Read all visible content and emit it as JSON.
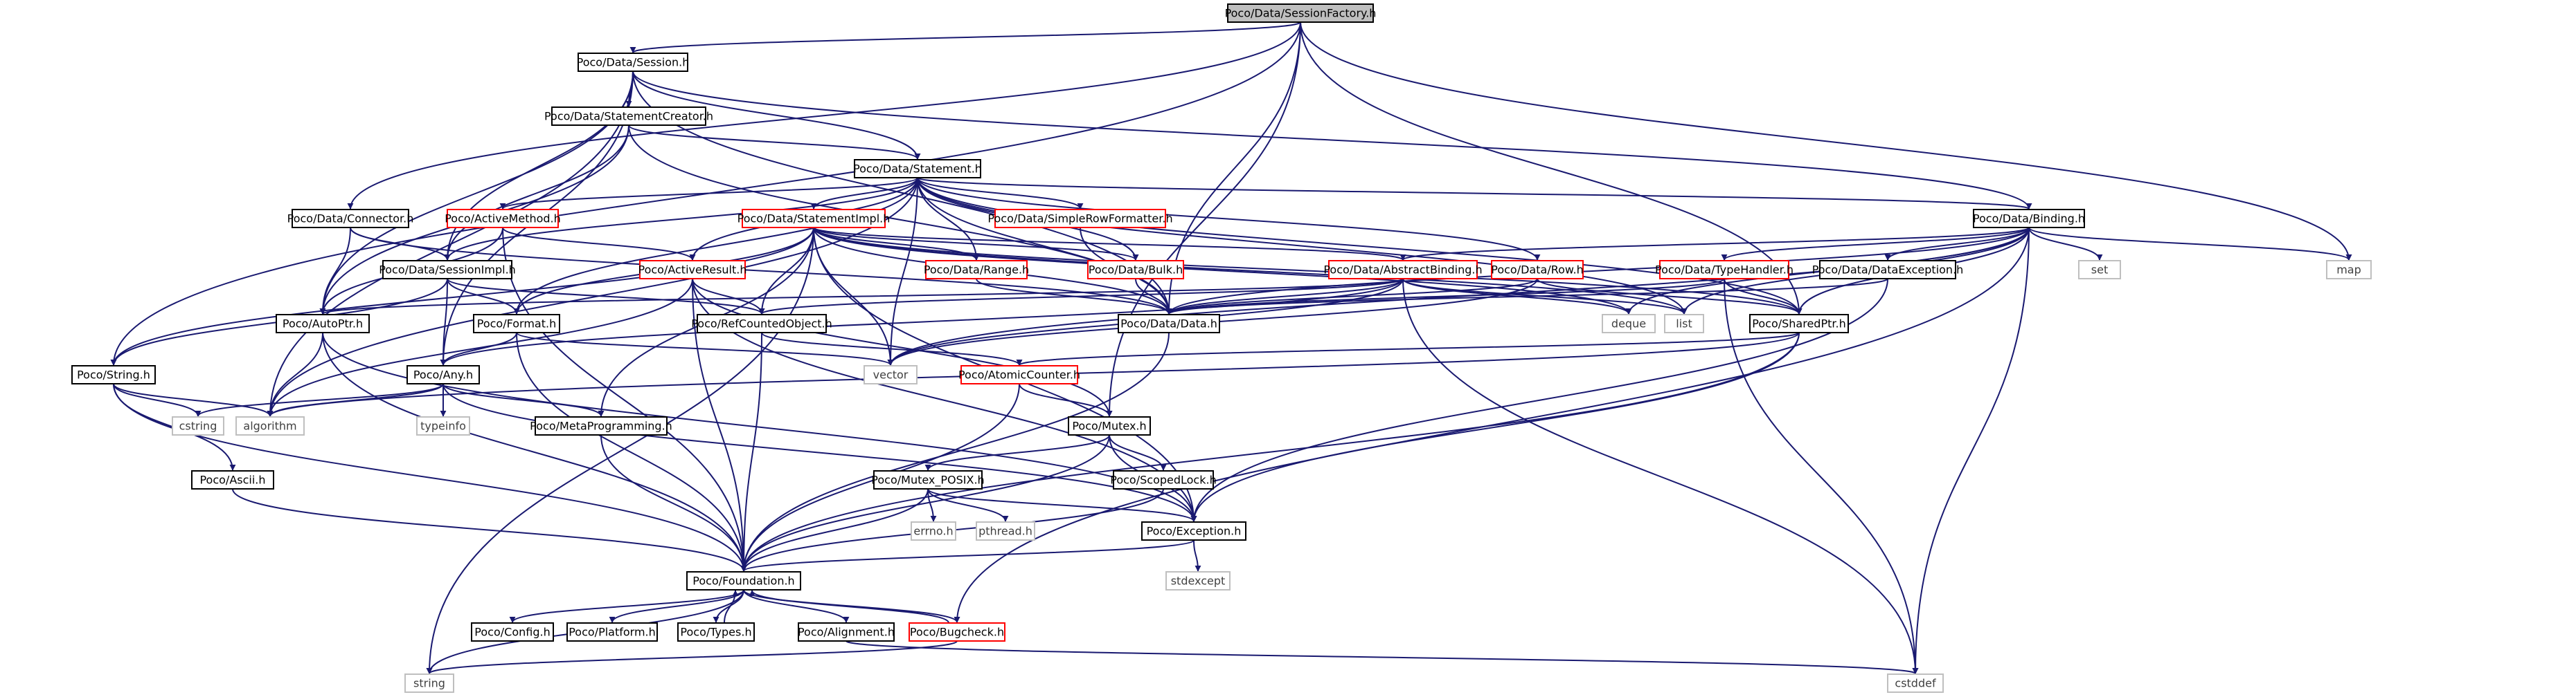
{
  "diagram": {
    "type": "include-dependency-graph",
    "colors": {
      "edge": "#191970",
      "text": "#000000",
      "node_fill": "#ffffff",
      "root_fill": "#bfbfbf",
      "normal_border": "#000000",
      "truncated_border": "#ff0000",
      "external_border": "#bfbfbf",
      "external_text": "#404040"
    },
    "nodes": [
      {
        "id": "sessionfactory",
        "label": "Poco/Data/SessionFactory.h",
        "kind": "root"
      },
      {
        "id": "session",
        "label": "Poco/Data/Session.h",
        "kind": "normal"
      },
      {
        "id": "stmtcreator",
        "label": "Poco/Data/StatementCreator.h",
        "kind": "normal"
      },
      {
        "id": "statement",
        "label": "Poco/Data/Statement.h",
        "kind": "normal"
      },
      {
        "id": "connector",
        "label": "Poco/Data/Connector.h",
        "kind": "normal"
      },
      {
        "id": "activemethod",
        "label": "Poco/ActiveMethod.h",
        "kind": "truncated"
      },
      {
        "id": "stmtimpl",
        "label": "Poco/Data/StatementImpl.h",
        "kind": "truncated"
      },
      {
        "id": "simplerowfmt",
        "label": "Poco/Data/SimpleRowFormatter.h",
        "kind": "truncated"
      },
      {
        "id": "binding",
        "label": "Poco/Data/Binding.h",
        "kind": "normal"
      },
      {
        "id": "sessionimpl",
        "label": "Poco/Data/SessionImpl.h",
        "kind": "normal"
      },
      {
        "id": "activeresult",
        "label": "Poco/ActiveResult.h",
        "kind": "truncated"
      },
      {
        "id": "range",
        "label": "Poco/Data/Range.h",
        "kind": "truncated"
      },
      {
        "id": "bulk",
        "label": "Poco/Data/Bulk.h",
        "kind": "truncated"
      },
      {
        "id": "abstractbinding",
        "label": "Poco/Data/AbstractBinding.h",
        "kind": "truncated"
      },
      {
        "id": "row",
        "label": "Poco/Data/Row.h",
        "kind": "truncated"
      },
      {
        "id": "typehandler",
        "label": "Poco/Data/TypeHandler.h",
        "kind": "truncated"
      },
      {
        "id": "dataexception",
        "label": "Poco/Data/DataException.h",
        "kind": "normal"
      },
      {
        "id": "set",
        "label": "set",
        "kind": "external"
      },
      {
        "id": "map",
        "label": "map",
        "kind": "external"
      },
      {
        "id": "autoptr",
        "label": "Poco/AutoPtr.h",
        "kind": "normal"
      },
      {
        "id": "format",
        "label": "Poco/Format.h",
        "kind": "normal"
      },
      {
        "id": "refcounted",
        "label": "Poco/RefCountedObject.h",
        "kind": "normal"
      },
      {
        "id": "data",
        "label": "Poco/Data/Data.h",
        "kind": "normal"
      },
      {
        "id": "deque",
        "label": "deque",
        "kind": "external"
      },
      {
        "id": "list",
        "label": "list",
        "kind": "external"
      },
      {
        "id": "sharedptr",
        "label": "Poco/SharedPtr.h",
        "kind": "normal"
      },
      {
        "id": "string_h",
        "label": "Poco/String.h",
        "kind": "normal"
      },
      {
        "id": "any",
        "label": "Poco/Any.h",
        "kind": "normal"
      },
      {
        "id": "vector",
        "label": "vector",
        "kind": "external"
      },
      {
        "id": "atomiccounter",
        "label": "Poco/AtomicCounter.h",
        "kind": "truncated"
      },
      {
        "id": "cstring",
        "label": "cstring",
        "kind": "external"
      },
      {
        "id": "algorithm",
        "label": "algorithm",
        "kind": "external"
      },
      {
        "id": "typeinfo",
        "label": "typeinfo",
        "kind": "external"
      },
      {
        "id": "metaprog",
        "label": "Poco/MetaProgramming.h",
        "kind": "normal"
      },
      {
        "id": "mutex",
        "label": "Poco/Mutex.h",
        "kind": "normal"
      },
      {
        "id": "ascii",
        "label": "Poco/Ascii.h",
        "kind": "normal"
      },
      {
        "id": "mutexposix",
        "label": "Poco/Mutex_POSIX.h",
        "kind": "normal"
      },
      {
        "id": "scopedlock",
        "label": "Poco/ScopedLock.h",
        "kind": "normal"
      },
      {
        "id": "errno",
        "label": "errno.h",
        "kind": "external"
      },
      {
        "id": "pthread",
        "label": "pthread.h",
        "kind": "external"
      },
      {
        "id": "exception",
        "label": "Poco/Exception.h",
        "kind": "normal"
      },
      {
        "id": "stdexcept",
        "label": "stdexcept",
        "kind": "external"
      },
      {
        "id": "foundation",
        "label": "Poco/Foundation.h",
        "kind": "normal"
      },
      {
        "id": "config",
        "label": "Poco/Config.h",
        "kind": "normal"
      },
      {
        "id": "platform",
        "label": "Poco/Platform.h",
        "kind": "normal"
      },
      {
        "id": "types",
        "label": "Poco/Types.h",
        "kind": "normal"
      },
      {
        "id": "alignment",
        "label": "Poco/Alignment.h",
        "kind": "normal"
      },
      {
        "id": "bugcheck",
        "label": "Poco/Bugcheck.h",
        "kind": "truncated"
      },
      {
        "id": "string",
        "label": "string",
        "kind": "external"
      },
      {
        "id": "cstddef",
        "label": "cstddef",
        "kind": "external"
      }
    ],
    "edges": [
      [
        "sessionfactory",
        "session"
      ],
      [
        "sessionfactory",
        "connector"
      ],
      [
        "sessionfactory",
        "data"
      ],
      [
        "sessionfactory",
        "sharedptr"
      ],
      [
        "sessionfactory",
        "string_h"
      ],
      [
        "sessionfactory",
        "map"
      ],
      [
        "sessionfactory",
        "mutex"
      ],
      [
        "session",
        "stmtcreator"
      ],
      [
        "session",
        "statement"
      ],
      [
        "session",
        "sessionimpl"
      ],
      [
        "session",
        "binding"
      ],
      [
        "session",
        "data"
      ],
      [
        "session",
        "autoptr"
      ],
      [
        "session",
        "any"
      ],
      [
        "session",
        "algorithm"
      ],
      [
        "stmtcreator",
        "statement"
      ],
      [
        "stmtcreator",
        "sessionimpl"
      ],
      [
        "stmtcreator",
        "autoptr"
      ],
      [
        "stmtcreator",
        "data"
      ],
      [
        "statement",
        "activemethod"
      ],
      [
        "statement",
        "stmtimpl"
      ],
      [
        "statement",
        "simplerowfmt"
      ],
      [
        "statement",
        "binding"
      ],
      [
        "statement",
        "range"
      ],
      [
        "statement",
        "bulk"
      ],
      [
        "statement",
        "row"
      ],
      [
        "statement",
        "data"
      ],
      [
        "statement",
        "sessionimpl"
      ],
      [
        "statement",
        "format"
      ],
      [
        "statement",
        "activeresult"
      ],
      [
        "statement",
        "sharedptr"
      ],
      [
        "statement",
        "vector"
      ],
      [
        "statement",
        "algorithm"
      ],
      [
        "statement",
        "list"
      ],
      [
        "connector",
        "sessionimpl"
      ],
      [
        "connector",
        "autoptr"
      ],
      [
        "connector",
        "data"
      ],
      [
        "activemethod",
        "activeresult"
      ],
      [
        "activemethod",
        "autoptr"
      ],
      [
        "activemethod",
        "foundation"
      ],
      [
        "stmtimpl",
        "abstractbinding"
      ],
      [
        "stmtimpl",
        "range"
      ],
      [
        "stmtimpl",
        "bulk"
      ],
      [
        "stmtimpl",
        "refcounted"
      ],
      [
        "stmtimpl",
        "data"
      ],
      [
        "stmtimpl",
        "format"
      ],
      [
        "stmtimpl",
        "metaprog"
      ],
      [
        "stmtimpl",
        "string_h"
      ],
      [
        "stmtimpl",
        "sharedptr"
      ],
      [
        "stmtimpl",
        "vector"
      ],
      [
        "stmtimpl",
        "list"
      ],
      [
        "stmtimpl",
        "deque"
      ],
      [
        "stmtimpl",
        "string"
      ],
      [
        "stmtimpl",
        "exception"
      ],
      [
        "simplerowfmt",
        "data"
      ],
      [
        "binding",
        "abstractbinding"
      ],
      [
        "binding",
        "dataexception"
      ],
      [
        "binding",
        "typehandler"
      ],
      [
        "binding",
        "data"
      ],
      [
        "binding",
        "sharedptr"
      ],
      [
        "binding",
        "set"
      ],
      [
        "binding",
        "map"
      ],
      [
        "binding",
        "vector"
      ],
      [
        "binding",
        "list"
      ],
      [
        "binding",
        "deque"
      ],
      [
        "binding",
        "cstddef"
      ],
      [
        "binding",
        "bugcheck"
      ],
      [
        "sessionimpl",
        "refcounted"
      ],
      [
        "sessionimpl",
        "any"
      ],
      [
        "sessionimpl",
        "format"
      ],
      [
        "sessionimpl",
        "string_h"
      ],
      [
        "activeresult",
        "refcounted"
      ],
      [
        "activeresult",
        "foundation"
      ],
      [
        "activeresult",
        "mutex"
      ],
      [
        "activeresult",
        "exception"
      ],
      [
        "activeresult",
        "algorithm"
      ],
      [
        "range",
        "data"
      ],
      [
        "bulk",
        "data"
      ],
      [
        "abstractbinding",
        "data"
      ],
      [
        "abstractbinding",
        "autoptr"
      ],
      [
        "abstractbinding",
        "refcounted"
      ],
      [
        "abstractbinding",
        "any"
      ],
      [
        "abstractbinding",
        "vector"
      ],
      [
        "abstractbinding",
        "list"
      ],
      [
        "abstractbinding",
        "deque"
      ],
      [
        "abstractbinding",
        "cstddef"
      ],
      [
        "row",
        "data"
      ],
      [
        "row",
        "sharedptr"
      ],
      [
        "row",
        "vector"
      ],
      [
        "typehandler",
        "data"
      ],
      [
        "typehandler",
        "sharedptr"
      ],
      [
        "typehandler",
        "cstddef"
      ],
      [
        "dataexception",
        "data"
      ],
      [
        "dataexception",
        "exception"
      ],
      [
        "autoptr",
        "exception"
      ],
      [
        "autoptr",
        "algorithm"
      ],
      [
        "autoptr",
        "foundation"
      ],
      [
        "format",
        "any"
      ],
      [
        "format",
        "vector"
      ],
      [
        "format",
        "foundation"
      ],
      [
        "refcounted",
        "atomiccounter"
      ],
      [
        "refcounted",
        "foundation"
      ],
      [
        "data",
        "foundation"
      ],
      [
        "sharedptr",
        "atomiccounter"
      ],
      [
        "sharedptr",
        "exception"
      ],
      [
        "sharedptr",
        "algorithm"
      ],
      [
        "sharedptr",
        "foundation"
      ],
      [
        "string_h",
        "ascii"
      ],
      [
        "string_h",
        "cstring"
      ],
      [
        "string_h",
        "algorithm"
      ],
      [
        "string_h",
        "foundation"
      ],
      [
        "any",
        "metaprog"
      ],
      [
        "any",
        "typeinfo"
      ],
      [
        "any",
        "algorithm"
      ],
      [
        "any",
        "cstring"
      ],
      [
        "any",
        "exception"
      ],
      [
        "atomiccounter",
        "mutex"
      ],
      [
        "atomiccounter",
        "foundation"
      ],
      [
        "metaprog",
        "foundation"
      ],
      [
        "mutex",
        "mutexposix"
      ],
      [
        "mutex",
        "scopedlock"
      ],
      [
        "mutex",
        "exception"
      ],
      [
        "mutex",
        "foundation"
      ],
      [
        "ascii",
        "foundation"
      ],
      [
        "mutexposix",
        "errno"
      ],
      [
        "mutexposix",
        "pthread"
      ],
      [
        "mutexposix",
        "exception"
      ],
      [
        "mutexposix",
        "foundation"
      ],
      [
        "scopedlock",
        "foundation"
      ],
      [
        "exception",
        "stdexcept"
      ],
      [
        "exception",
        "foundation"
      ],
      [
        "foundation",
        "config"
      ],
      [
        "foundation",
        "platform"
      ],
      [
        "foundation",
        "types"
      ],
      [
        "foundation",
        "alignment"
      ],
      [
        "foundation",
        "bugcheck"
      ],
      [
        "foundation",
        "string"
      ],
      [
        "types",
        "foundation"
      ],
      [
        "alignment",
        "cstddef"
      ],
      [
        "bugcheck",
        "string"
      ],
      [
        "bugcheck",
        "foundation"
      ]
    ]
  }
}
